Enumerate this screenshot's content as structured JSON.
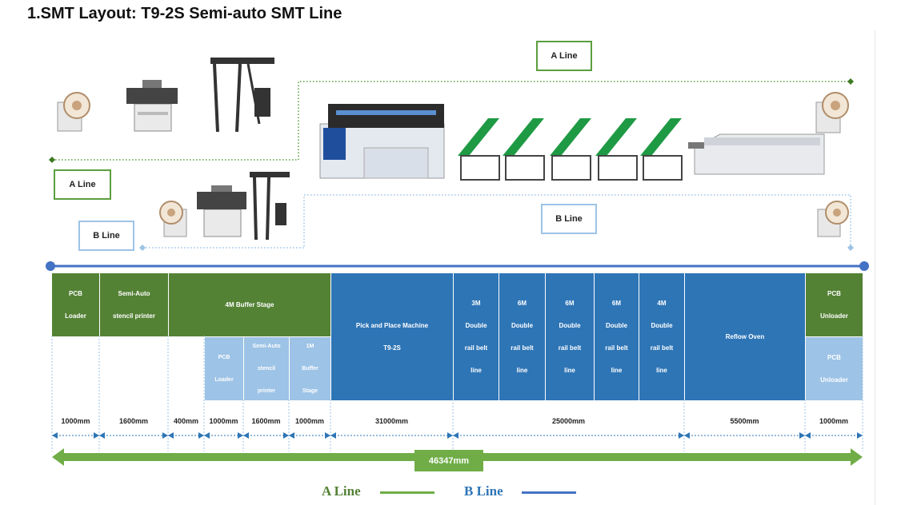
{
  "title": "1.SMT Layout: T9-2S Semi-auto SMT Line",
  "top_labels": {
    "a_line_top": "A Line",
    "a_line_left": "A Line",
    "b_line_left": "B Line",
    "b_line_mid": "B Line"
  },
  "table": {
    "a_row": {
      "pcb_loader": "PCB\nLoader",
      "stencil_printer": "Semi-Auto\nstencil printer",
      "buffer_stage": "4M Buffer Stage",
      "pick_place": "Pick and Place Machine\nT9-2S",
      "belt_3m": "3M\nDouble\nrail belt\nline",
      "belt_6m_1": "6M\nDouble\nrail belt\nline",
      "belt_6m_2": "6M\nDouble\nrail belt\nline",
      "belt_6m_3": "6M\nDouble\nrail belt\nline",
      "belt_4m": "4M\nDouble\nrail belt\nline",
      "reflow": "Reflow Oven",
      "pcb_unloader": "PCB\nUnloader"
    },
    "b_row": {
      "pcb_loader": "PCB\nLoader",
      "stencil_printer": "Semi-Auto\nstencil\nprinter",
      "buffer_stage": "1M\nBuffer\nStage",
      "pcb_unloader": "PCB\nUnloader"
    }
  },
  "dimensions": {
    "d1": "1000mm",
    "d2": "1600mm",
    "d3": "400mm",
    "d4": "1000mm",
    "d5": "1600mm",
    "d6": "1000mm",
    "d7": "31000mm",
    "d8": "25000mm",
    "d9": "5500mm",
    "d10": "1000mm",
    "total": "46347mm"
  },
  "legend": {
    "a_line": "A Line",
    "b_line": "B Line"
  },
  "colors": {
    "a_line": "#548235",
    "b_line": "#2e75b6",
    "b_light": "#9dc3e6",
    "total_bar": "#70ad47"
  },
  "machines": [
    "reel-loader-icon",
    "stencil-printer-icon",
    "buffer-stage-icon",
    "pick-and-place-machine-icon",
    "belt-conveyor-icon",
    "reflow-oven-icon",
    "reel-unloader-icon"
  ]
}
